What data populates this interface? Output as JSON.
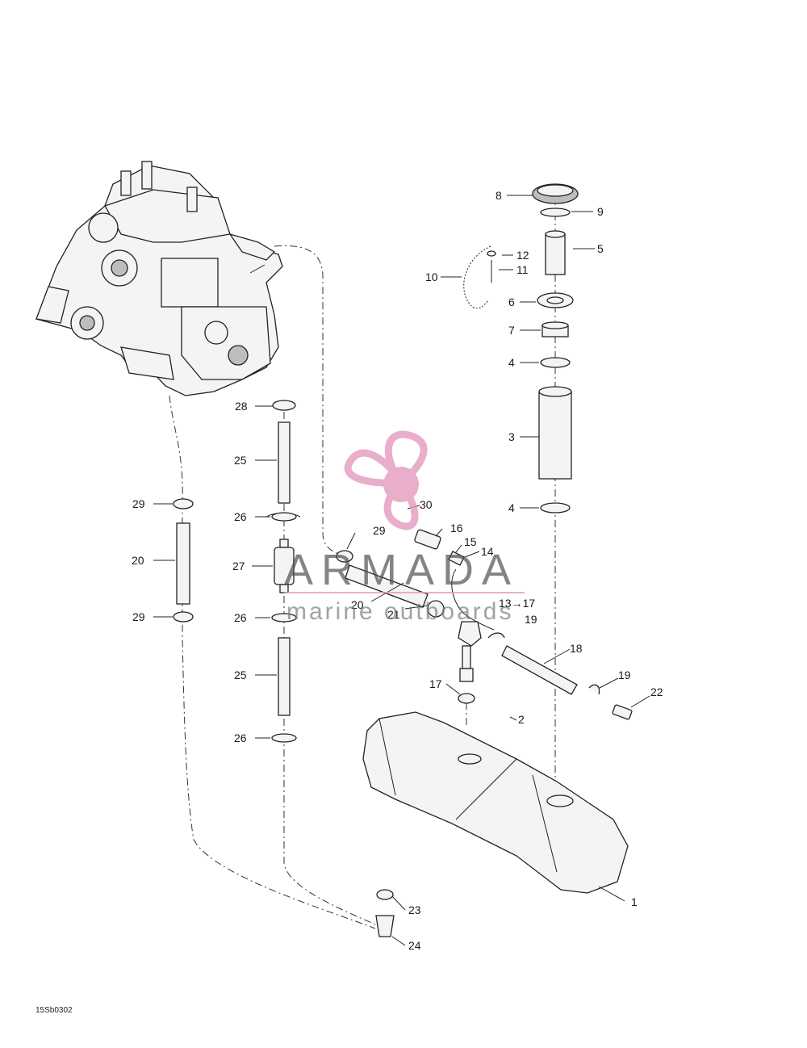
{
  "drawing": {
    "code": "15Sb0302",
    "callouts": [
      "1",
      "2",
      "3",
      "4",
      "4",
      "5",
      "6",
      "7",
      "8",
      "9",
      "10",
      "11",
      "12",
      "13→17",
      "14",
      "15",
      "16",
      "17",
      "18",
      "19",
      "19",
      "20",
      "20",
      "21",
      "22",
      "23",
      "24",
      "25",
      "25",
      "26",
      "26",
      "26",
      "27",
      "28",
      "29",
      "29",
      "29",
      "30"
    ]
  },
  "watermark": {
    "name": "ARMADA",
    "tagline": "marine outboards",
    "color_pink": "#e49ac0",
    "color_text": "#4a4a4a"
  },
  "colors": {
    "line": "#222222",
    "background": "#ffffff"
  }
}
